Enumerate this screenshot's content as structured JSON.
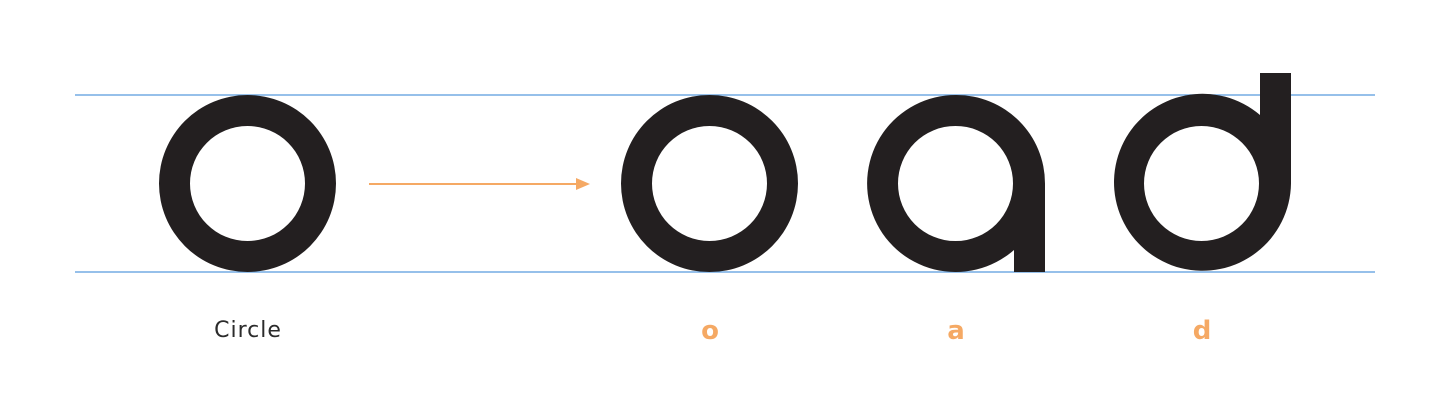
{
  "colors": {
    "guide_line": "#74ace3",
    "glyph_fill": "#231f20",
    "accent": "#f5a964",
    "caption_text": "#2b2b2b"
  },
  "shapes": [
    "circle",
    "o",
    "a",
    "d"
  ],
  "captions": {
    "circle": "Circle",
    "o": "o",
    "a": "a",
    "d": "d"
  }
}
